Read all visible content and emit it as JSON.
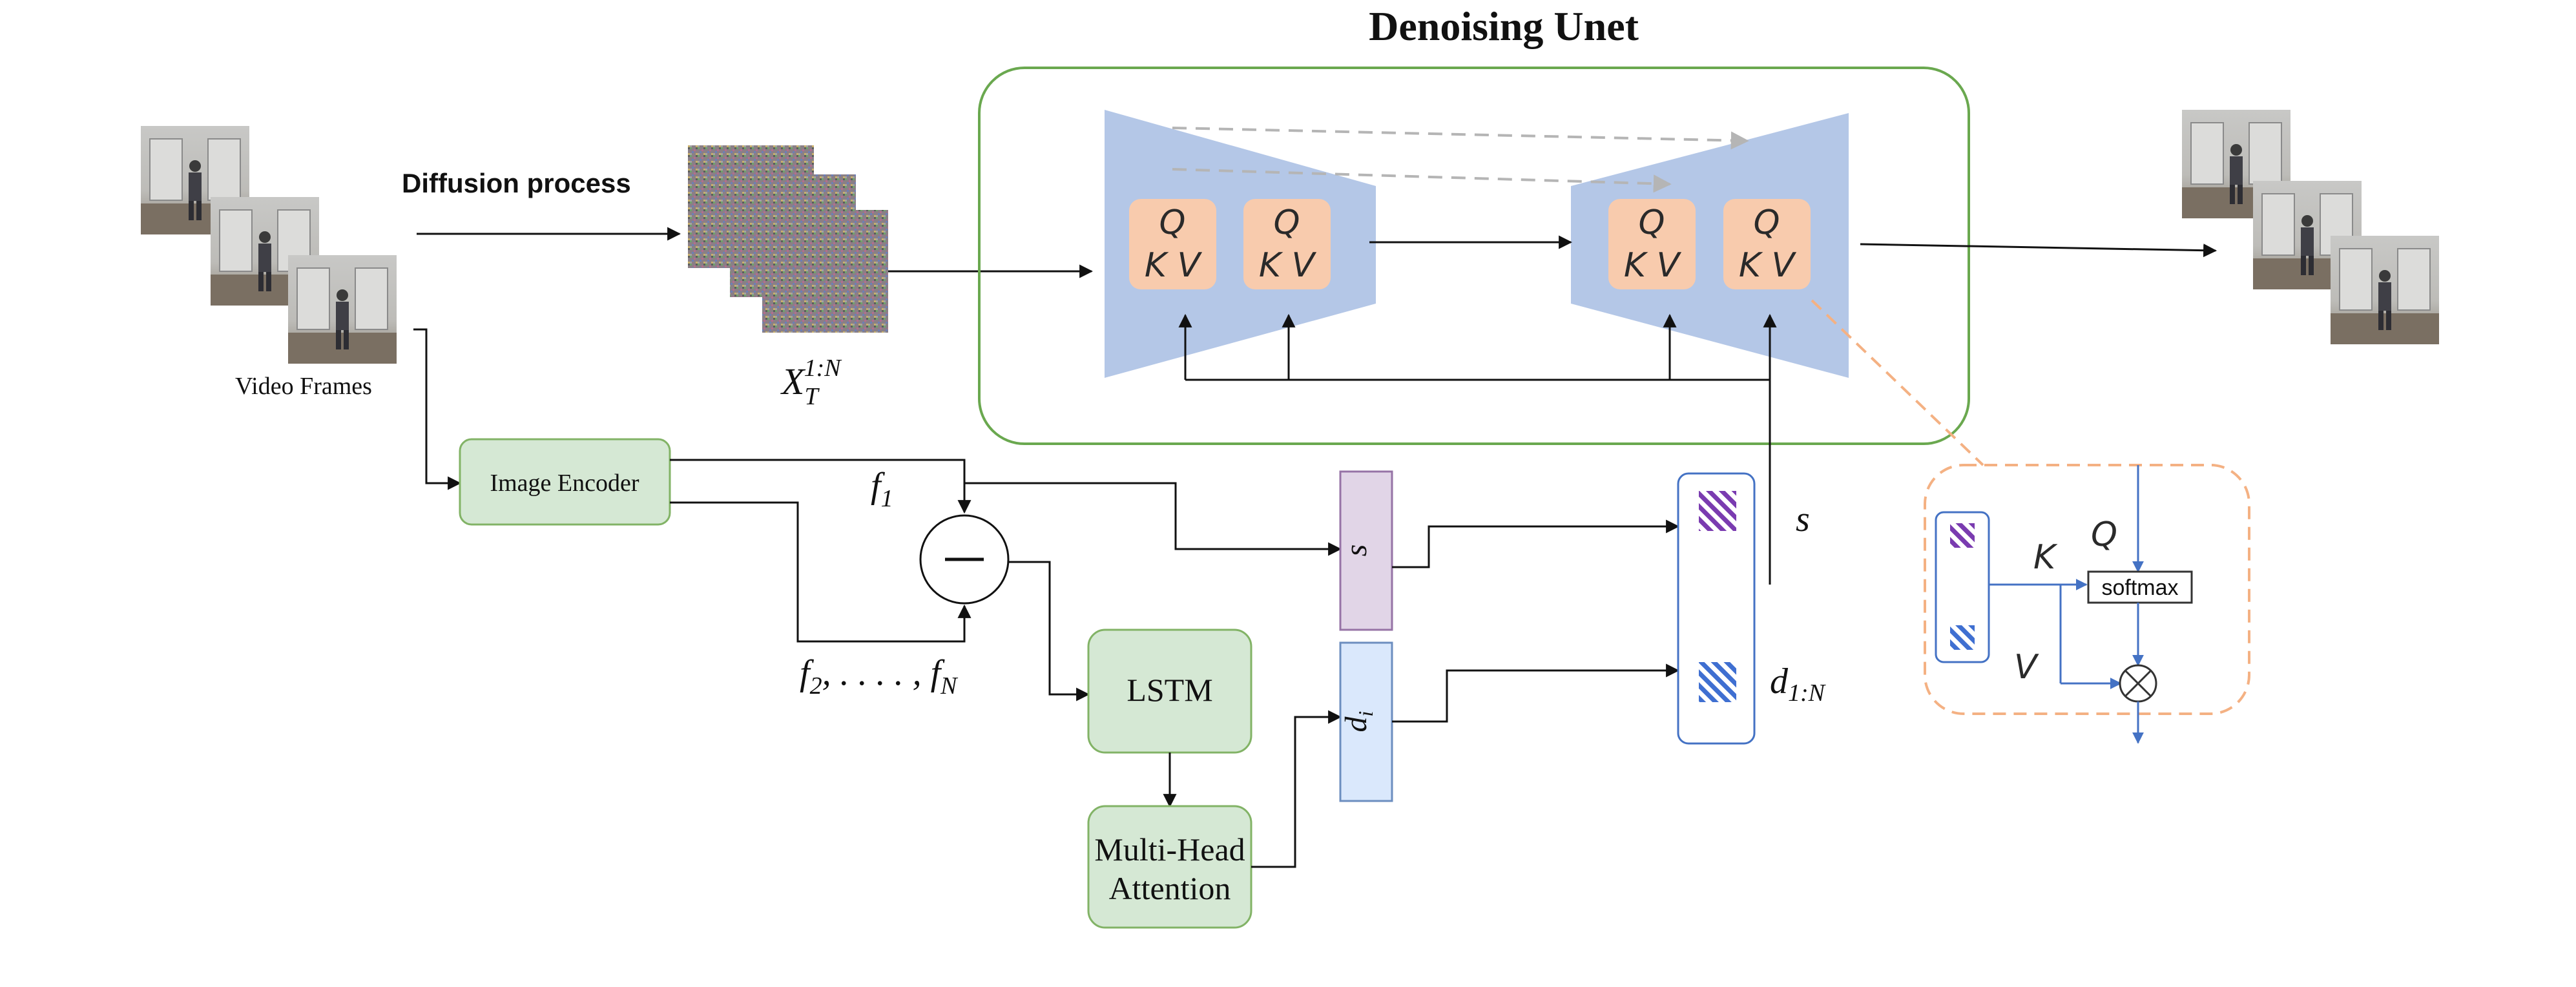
{
  "title": "Denoising Unet",
  "labels": {
    "diffusion_process": "Diffusion process",
    "video_frames": "Video Frames",
    "noise_base": "X",
    "noise_sub": "T",
    "noise_sup": "1:N",
    "image_encoder": "Image Encoder",
    "f1_base": "f",
    "f1_sub": "1",
    "fn_text": "f",
    "fn_mid": "2",
    "fn_dots": ", . . . . , f",
    "fn_sub": "N",
    "minus": "—",
    "lstm": "LSTM",
    "mha_line1": "Multi-Head",
    "mha_line2": "Attention",
    "s_box": "s",
    "di_base": "d",
    "di_sub": "i",
    "s_label": "s",
    "d_base": "d",
    "d_sub": "1:N",
    "q": "Q",
    "kv": "K V",
    "k_label": "K",
    "q_label": "Q",
    "v_label": "V",
    "softmax": "softmax",
    "otimes": "⊗"
  },
  "colors": {
    "unet_border": "#6aa84f",
    "unet_trap": "#b4c7e7",
    "qkv_fill": "#f8cbad",
    "green_box": "#d5e8d4",
    "green_border": "#82b366",
    "purple_box": "#e1d5e7",
    "purple_border": "#9673a6",
    "blue_box": "#dae8fc",
    "blue_border": "#6c8ebf",
    "attn_border": "#f4b183",
    "attn_blue": "#4472c4"
  }
}
